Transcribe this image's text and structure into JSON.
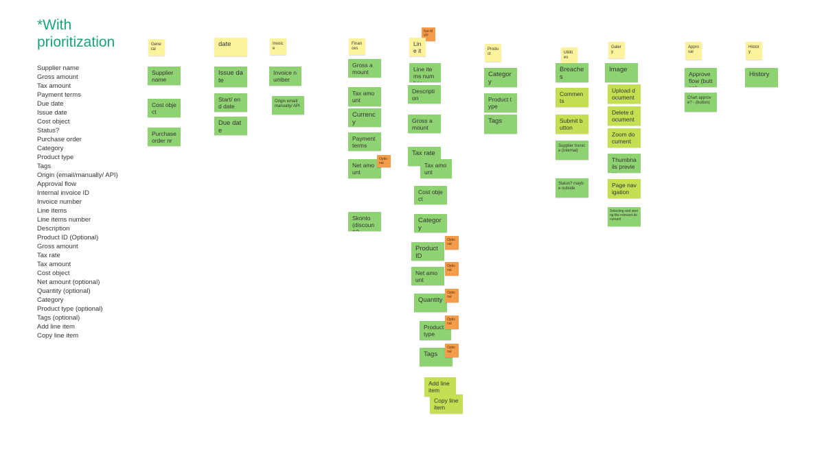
{
  "board": {
    "title": "*With prioritization",
    "list": [
      "Supplier name",
      "Gross amount",
      "Tax amount",
      "Payment terms",
      "Due date",
      "Issue date",
      "Cost object",
      "Status?",
      "Purchase order",
      "Category",
      "Product type",
      "Tags",
      "Origin (email/manually/ API)",
      "Approval flow",
      "Internal invoice ID",
      "Invoice number",
      "Line items",
      "Line items number",
      "Description",
      "Product ID (Optional)",
      "Gross amount",
      "Tax rate",
      "Tax amount",
      "Cost object",
      "Net amount (optional)",
      "Quantity (optional)",
      "Category",
      "Product type (optional)",
      "Tags (optional)",
      "Add line item",
      "Copy line item"
    ]
  },
  "notes": {
    "general": "General",
    "supplier_name": "Supplier name",
    "cost_object": "Cost object",
    "purchase_order": "Purchase order nr",
    "date": "date",
    "issue_date": "Issue date",
    "start_end_date": "Start/ end date",
    "due_date": "Due date",
    "invoice": "Invoice",
    "invoice_number": "Invoice number",
    "origin": "Origin email/ manually/ API",
    "finances": "Finances",
    "gross_amount": "Gross amount",
    "tax_amount": "Tax amount",
    "currency": "Currency",
    "payment_terms": "Payment terms",
    "net_amount": "Net amount",
    "optional_1": "Optional",
    "skonto": "Skonto (discount)?",
    "not_mvp": "Not MVP",
    "line_items": "Line items",
    "line_items_number": "Line items number",
    "description": "Description",
    "li_gross_amount": "Gross amount",
    "tax_rate": "Tax rate",
    "li_tax_amount": "Tax amount",
    "li_cost_object": "Cost object",
    "li_category": "Category",
    "product_id": "Product ID",
    "optional_2": "Optional",
    "li_net_amount": "Net amount",
    "optional_3": "Optional",
    "quantity": "Quantity",
    "optional_4": "Optional",
    "li_product_type": "Product type",
    "optional_5": "Optional",
    "li_tags": "Tags",
    "optional_6": "Optional",
    "add_line_item": "Add line item",
    "copy_line_item": "Copy line item",
    "product": "Product",
    "category": "Category",
    "product_type": "Product type",
    "tags": "Tags",
    "utilities": "Utilities",
    "breaches": "Breaches",
    "comments": "Comments",
    "submit_button": "Submit button",
    "supplier_invoice": "Supplier Invoice (internal)",
    "status": "Status? maybe outside",
    "galery": "Galery",
    "image": "Image",
    "upload_document": "Upload document",
    "delete_document": "Delete document",
    "zoom_document": "Zoom document",
    "thumbnails_preview": "Thumbnails preview",
    "page_navigation": "Page navigation",
    "selecting_storing": "Selecting and storing the relevant document",
    "approval": "Approval",
    "approve_flow": "Approve flow (button)",
    "chart_approve": "Chart approve? - (button)",
    "history": "History",
    "history_note": "History"
  }
}
